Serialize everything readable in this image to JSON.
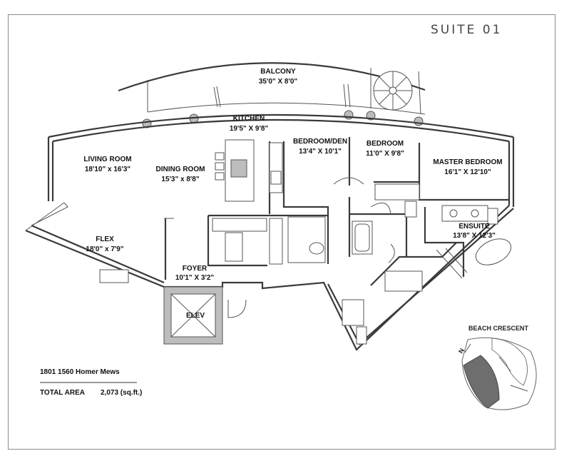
{
  "suite_title": "SUITE 01",
  "rooms": {
    "balcony": {
      "name": "BALCONY",
      "size": "35'0\" X 8'0\""
    },
    "kitchen": {
      "name": "KITCHEN",
      "size": "19'5\" X 9'8\""
    },
    "bedroom_den": {
      "name": "BEDROOM/DEN",
      "size": "13'4\" X 10'1\""
    },
    "bedroom": {
      "name": "BEDROOM",
      "size": "11'0\" X 9'8\""
    },
    "master": {
      "name": "MASTER BEDROOM",
      "size": "16'1\" X 12'10\""
    },
    "living": {
      "name": "LIVING ROOM",
      "size": "18'10\" x 16'3\""
    },
    "dining": {
      "name": "DINING ROOM",
      "size": "15'3\" x 8'8\""
    },
    "ensuite": {
      "name": "ENSUITE",
      "size": "13'8\" X 12'3\""
    },
    "flex": {
      "name": "FLEX",
      "size": "18'0\" x 7'9\""
    },
    "foyer": {
      "name": "FOYER",
      "size": "10'1\" X 3'2\""
    },
    "elev": {
      "name": "ELEV"
    }
  },
  "address": "1801 1560 Homer Mews",
  "total_area_label": "TOTAL AREA",
  "total_area_value": "2,073 (sq.ft.)",
  "keyplan": {
    "title": "BEACH CRESCENT",
    "north": "N"
  },
  "colors": {
    "wall": "#3a3a3a",
    "keyplan_highlight": "#6e6e6e"
  }
}
